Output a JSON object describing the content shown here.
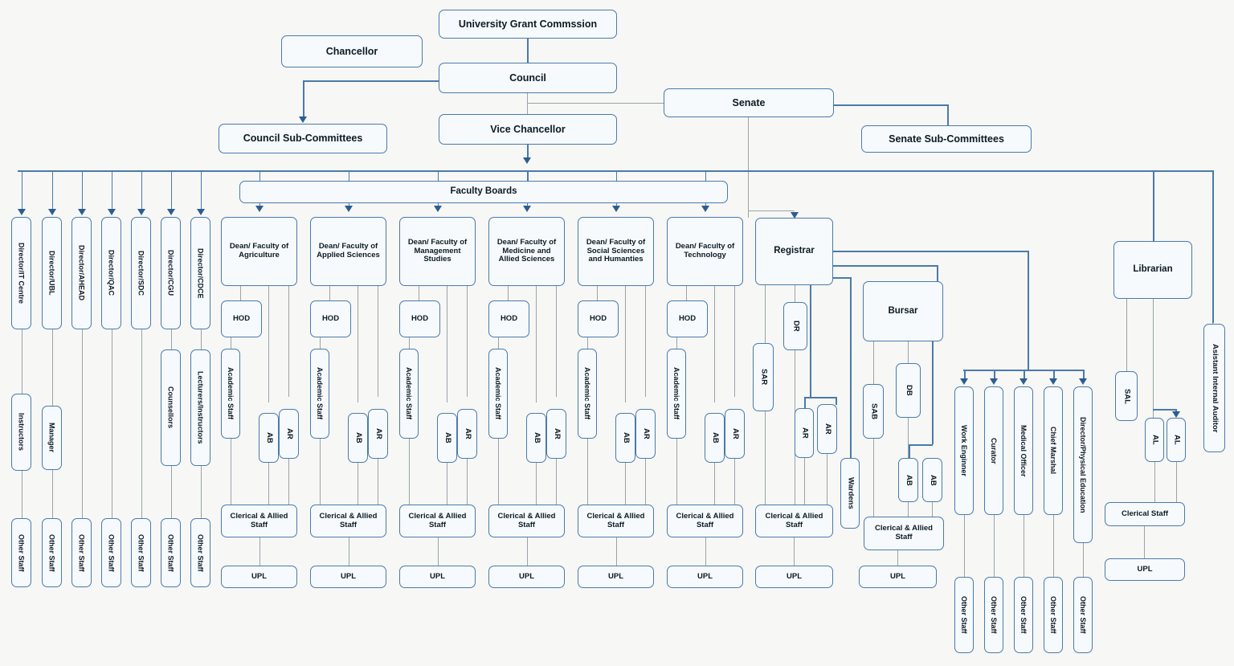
{
  "title": "University Organizational Chart",
  "theme": {
    "background": "#f7f7f5",
    "node_fill": "#f6fafd",
    "node_border": "#4a7aab",
    "connector": "#9aa4ab",
    "connector_blue": "#4a7aab",
    "arrow": "#2c5d91",
    "text": "#0d1b24"
  },
  "top": {
    "ugc": "University Grant Commssion",
    "chancellor": "Chancellor",
    "council": "Council",
    "council_sub": "Council Sub-Committees",
    "vice_chancellor": "Vice Chancellor",
    "senate": "Senate",
    "senate_sub": "Senate Sub-Committees",
    "faculty_boards": "Faculty Boards"
  },
  "directors": [
    {
      "title": "Director/IT Centre",
      "middle": "Instructors",
      "bottom": "Other Staff"
    },
    {
      "title": "Director/UBL",
      "middle": "Manager",
      "bottom": "Other Staff"
    },
    {
      "title": "Director/AHEAD",
      "middle": "",
      "bottom": "Other Staff"
    },
    {
      "title": "Director/QAC",
      "middle": "",
      "bottom": "Other Staff"
    },
    {
      "title": "Director/SDC",
      "middle": "",
      "bottom": "Other Staff"
    },
    {
      "title": "Director/CGU",
      "middle": "Counsellors",
      "bottom": "Other Staff"
    },
    {
      "title": "Director/CDCE",
      "middle": "Lecturers/Instructors",
      "bottom": "Other Staff"
    }
  ],
  "faculties": [
    {
      "dean": "Dean/ Faculty of Agriculture",
      "hod": "HOD",
      "academic": "Academic Staff",
      "ab": "AB",
      "ar": "AR",
      "clerical": "Clerical & Allied Staff",
      "upl": "UPL"
    },
    {
      "dean": "Dean/ Faculty of Applied Sciences",
      "hod": "HOD",
      "academic": "Academic Staff",
      "ab": "AB",
      "ar": "AR",
      "clerical": "Clerical & Allied Staff",
      "upl": "UPL"
    },
    {
      "dean": "Dean/ Faculty of Management Studies",
      "hod": "HOD",
      "academic": "Academic Staff",
      "ab": "AB",
      "ar": "AR",
      "clerical": "Clerical & Allied Staff",
      "upl": "UPL"
    },
    {
      "dean": "Dean/ Faculty of Medicine and Allied Sciences",
      "hod": "HOD",
      "academic": "Academic Staff",
      "ab": "AB",
      "ar": "AR",
      "clerical": "Clerical & Allied Staff",
      "upl": "UPL"
    },
    {
      "dean": "Dean/ Faculty of Social Sciences and Humanties",
      "hod": "HOD",
      "academic": "Academic Staff",
      "ab": "AB",
      "ar": "AR",
      "clerical": "Clerical & Allied Staff",
      "upl": "UPL"
    },
    {
      "dean": "Dean/ Faculty of Technology",
      "hod": "HOD",
      "academic": "Academic Staff",
      "ab": "AB",
      "ar": "AR",
      "clerical": "Clerical & Allied Staff",
      "upl": "UPL"
    }
  ],
  "registrar": {
    "title": "Registrar",
    "sar": "SAR",
    "dr": "DR",
    "ar1": "AR",
    "ar2": "AR",
    "wardens": "Wardens",
    "clerical": "Clerical & Allied Staff",
    "upl": "UPL"
  },
  "bursar": {
    "title": "Bursar",
    "sab": "SAB",
    "db": "DB",
    "ab1": "AB",
    "ab2": "AB",
    "clerical": "Clerical & Allied Staff",
    "upl": "UPL"
  },
  "officers": [
    {
      "title": "Work Enginner",
      "bottom": "Other Staff"
    },
    {
      "title": "Curator",
      "bottom": "Other Staff"
    },
    {
      "title": "Medical Officer",
      "bottom": "Other Staff"
    },
    {
      "title": "Chief Marshal",
      "bottom": "Other Staff"
    },
    {
      "title": "Director/Physical Education",
      "bottom": "Other Staff"
    }
  ],
  "library": {
    "librarian": "Librarian",
    "sal": "SAL",
    "al1": "AL",
    "al2": "AL",
    "clerical": "Clerical Staff",
    "upl": "UPL"
  },
  "auditor": {
    "title": "Asistant Internal Auditor"
  }
}
